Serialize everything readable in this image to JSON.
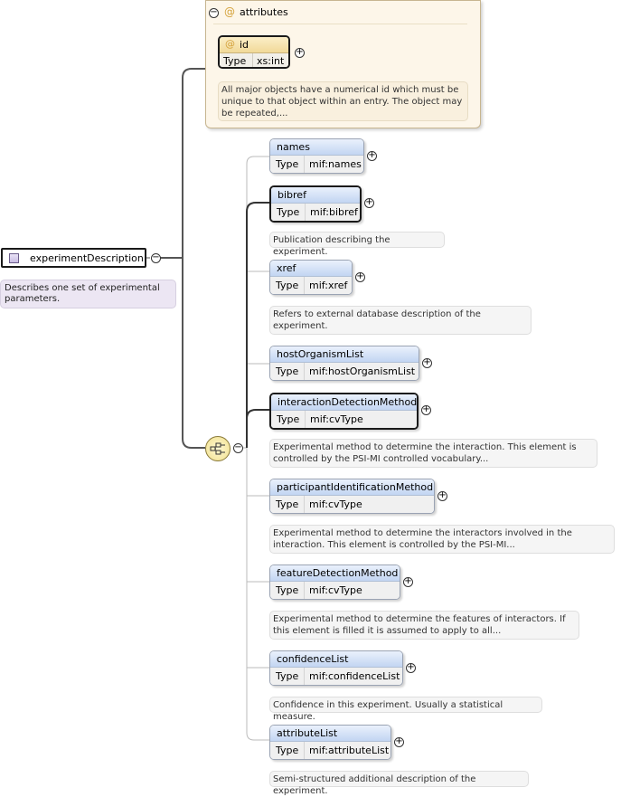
{
  "root": {
    "name": "experimentDescription",
    "annotation": "Describes one set of experimental parameters."
  },
  "attributes": {
    "title": "attributes",
    "at_symbol": "@",
    "id": {
      "name": "id",
      "type_label": "Type",
      "type": "xs:int",
      "annotation": "All major objects have a numerical id which must be unique to that object within an entry. The object may be repeated,..."
    }
  },
  "compositor_icon": "sequence-icon",
  "expand_symbol": "+",
  "collapse_symbol": "−",
  "elements": [
    {
      "name": "names",
      "type_label": "Type",
      "type": "mif:names",
      "required": false,
      "annotation": ""
    },
    {
      "name": "bibref",
      "type_label": "Type",
      "type": "mif:bibref",
      "required": true,
      "annotation": "Publication describing the experiment."
    },
    {
      "name": "xref",
      "type_label": "Type",
      "type": "mif:xref",
      "required": false,
      "annotation": "Refers to external database description of the experiment."
    },
    {
      "name": "hostOrganismList",
      "type_label": "Type",
      "type": "mif:hostOrganismList",
      "required": false,
      "annotation": ""
    },
    {
      "name": "interactionDetectionMethod",
      "type_label": "Type",
      "type": "mif:cvType",
      "required": true,
      "annotation": "Experimental method to determine the interaction. This element is controlled by the PSI-MI controlled vocabulary..."
    },
    {
      "name": "participantIdentificationMethod",
      "type_label": "Type",
      "type": "mif:cvType",
      "required": false,
      "annotation": "Experimental method to determine the interactors involved in the interaction. This element is controlled by the PSI-MI..."
    },
    {
      "name": "featureDetectionMethod",
      "type_label": "Type",
      "type": "mif:cvType",
      "required": false,
      "annotation": "Experimental method to determine the features of interactors. If this element is filled it is assumed to apply to all..."
    },
    {
      "name": "confidenceList",
      "type_label": "Type",
      "type": "mif:confidenceList",
      "required": false,
      "annotation": "Confidence in this experiment. Usually a statistical measure."
    },
    {
      "name": "attributeList",
      "type_label": "Type",
      "type": "mif:attributeList",
      "required": false,
      "annotation": "Semi-structured additional description of the experiment."
    }
  ]
}
